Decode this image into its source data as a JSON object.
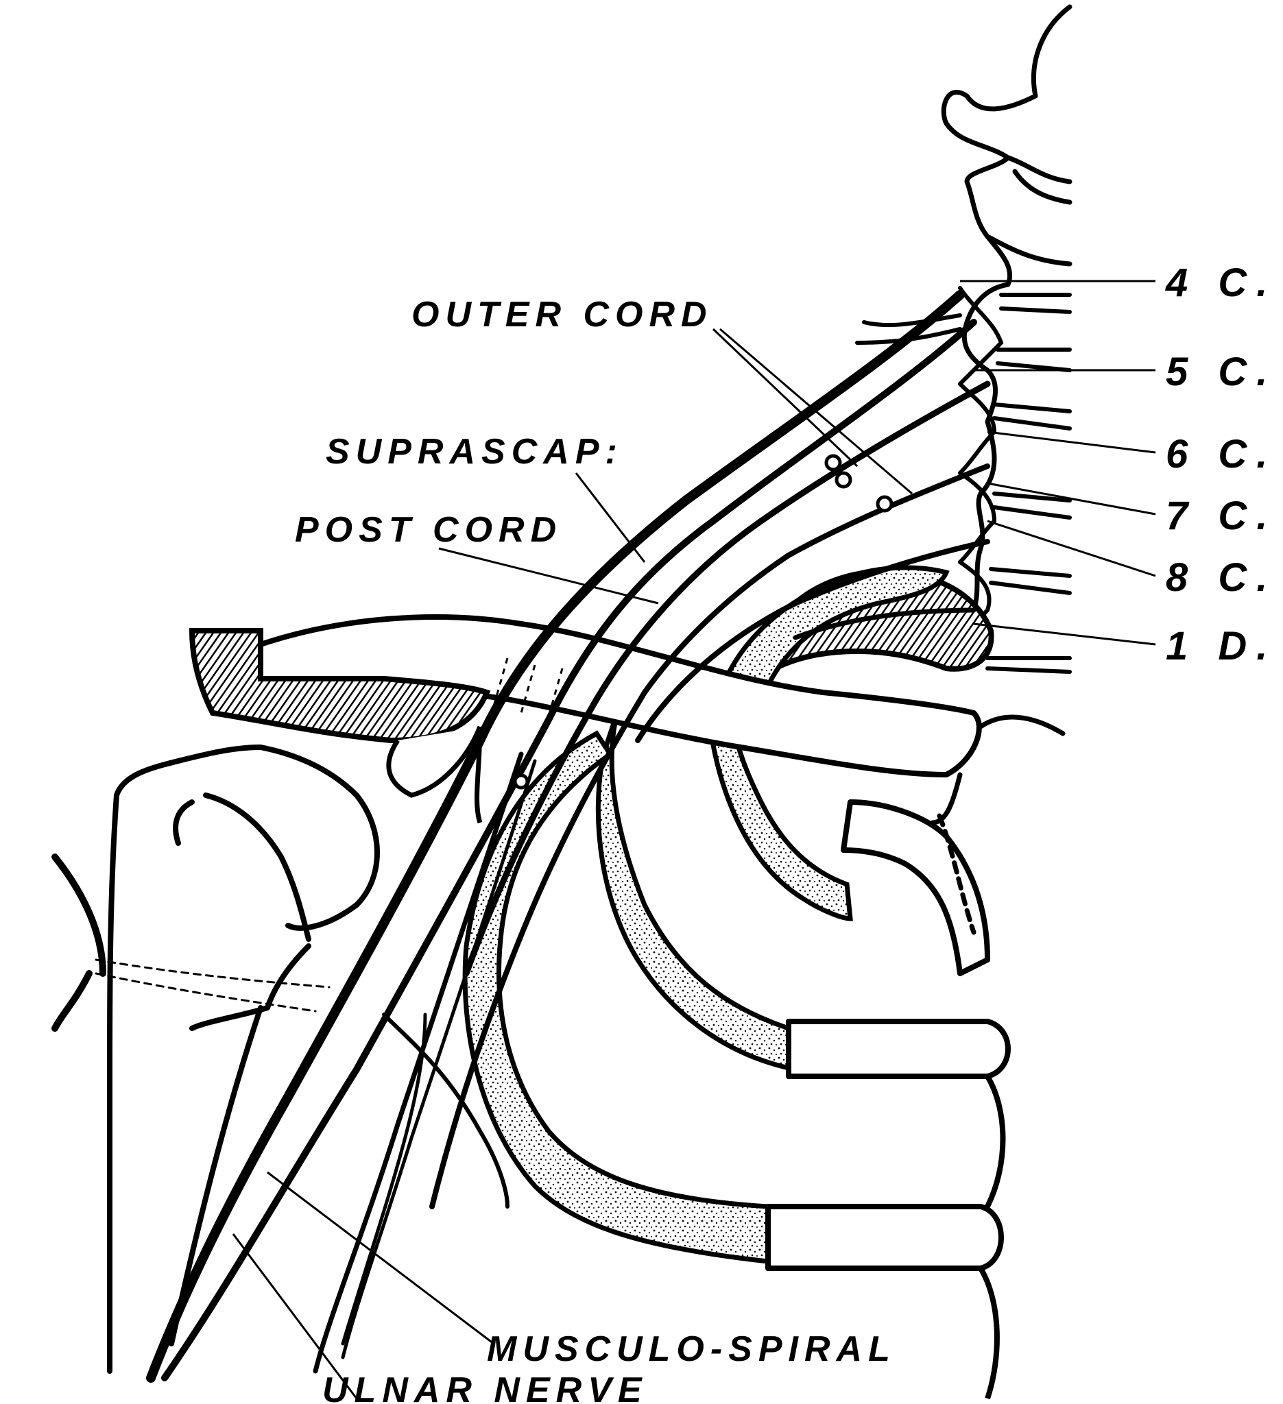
{
  "diagram": {
    "labels": {
      "outer_cord": "OUTER CORD",
      "suprascap": "SUPRASCAP:",
      "post_cord": "POST CORD",
      "musculo_spiral": "MUSCULO-SPIRAL",
      "ulnar_nerve": "ULNAR NERVE"
    },
    "segments": [
      "4 C.",
      "5 C.",
      "6 C.",
      "7 C.",
      "8 C.",
      "1 D."
    ]
  },
  "colors": {
    "ink": "#000000",
    "paper": "#ffffff"
  }
}
